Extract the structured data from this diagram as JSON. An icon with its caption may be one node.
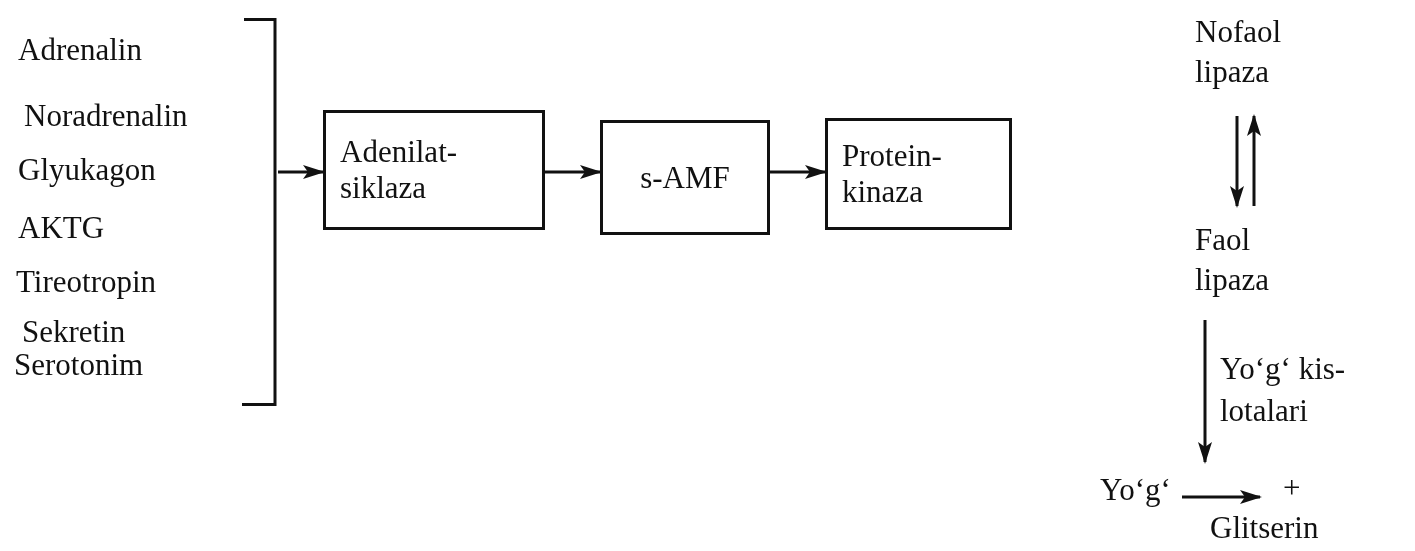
{
  "diagram": {
    "nodes": [
      {
        "text": [
          "Adrenalin",
          "Noradrenalin",
          "Glyukagon",
          "AKTG",
          "Tireotropin",
          "Sekretin",
          "Serotonim"
        ]
      },
      {
        "text": [
          "Adenilat- siklaza"
        ]
      },
      {
        "text": [
          "s-AMF"
        ]
      },
      {
        "text": [
          "Protein- kinaza"
        ]
      },
      {
        "text": [
          "Nofaol lipaza"
        ]
      },
      {
        "text": [
          "Faol lipaza"
        ]
      },
      {
        "text": [
          "Yo‘g‘"
        ]
      },
      {
        "text": [
          "+",
          "Glitserin"
        ]
      }
    ],
    "edges": [
      {
        "from": 0,
        "to": 1,
        "arrow": "to"
      },
      {
        "from": 1,
        "to": 2,
        "arrow": "to"
      },
      {
        "from": 2,
        "to": 3,
        "arrow": "to"
      },
      {
        "from": 4,
        "to": 5,
        "arrow": "to"
      },
      {
        "from": 5,
        "to": 4,
        "arrow": "to"
      },
      {
        "from": 5,
        "to": 7,
        "arrow": "to",
        "label": "Yo‘g‘ kis- lotalari"
      },
      {
        "from": 6,
        "to": 7,
        "arrow": "to"
      }
    ]
  }
}
